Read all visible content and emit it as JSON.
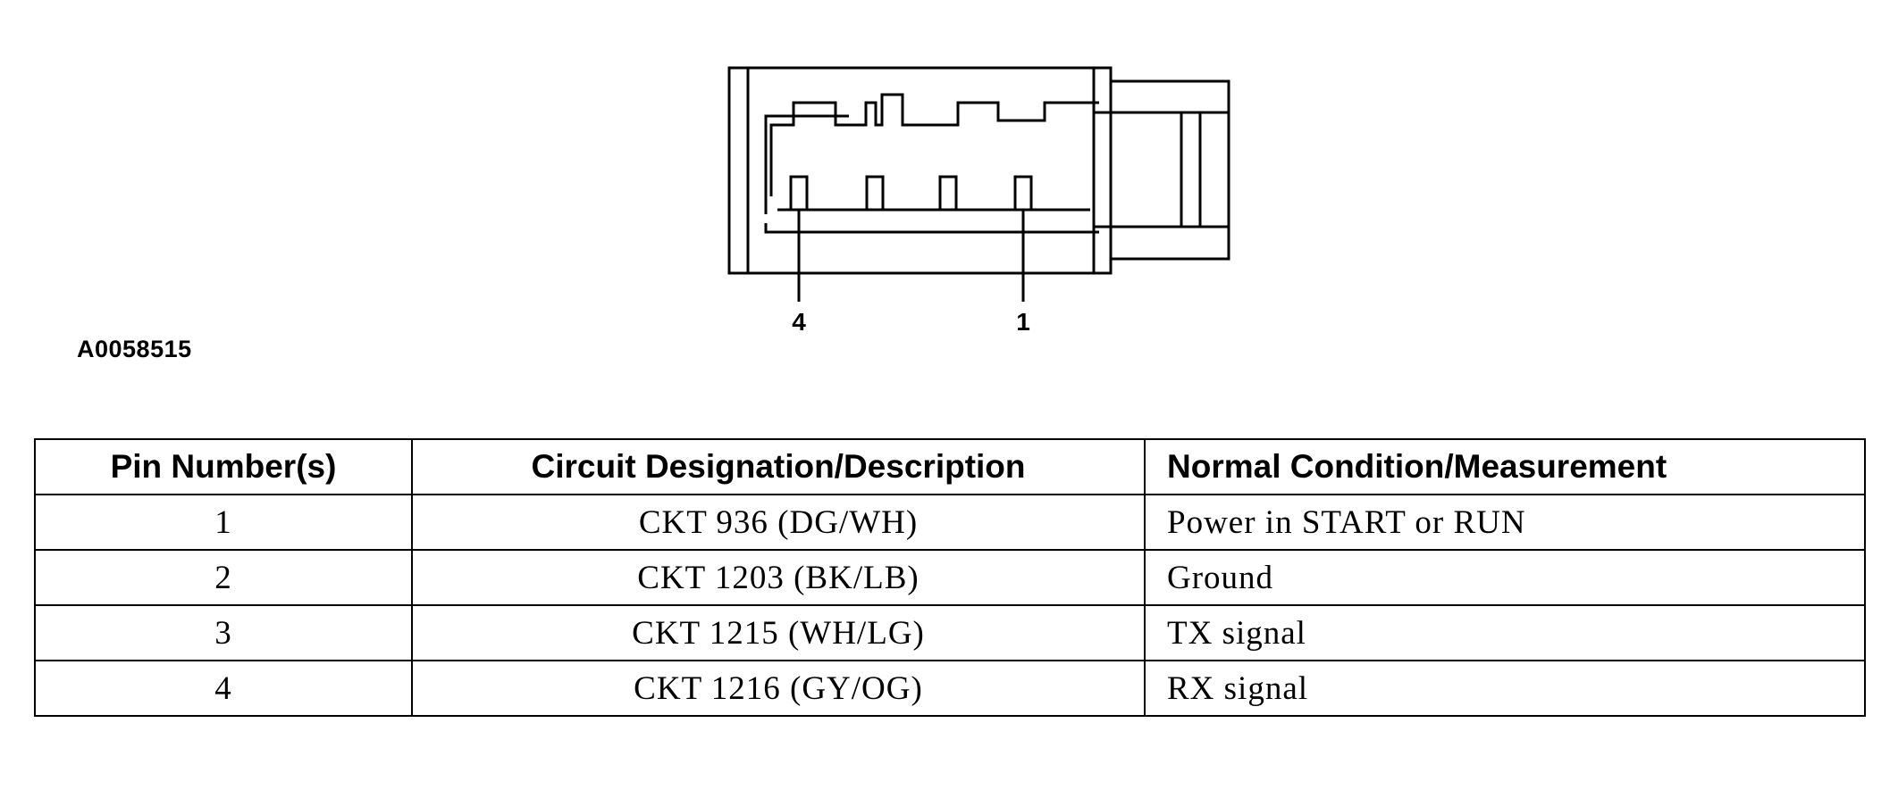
{
  "diagram": {
    "figure_id": "A0058515",
    "pin_callouts": [
      "4",
      "1"
    ]
  },
  "table": {
    "headers": [
      "Pin Number(s)",
      "Circuit Designation/Description",
      "Normal Condition/Measurement"
    ],
    "rows": [
      {
        "pin": "1",
        "circuit": "CKT 936 (DG/WH)",
        "condition": "Power in START or RUN"
      },
      {
        "pin": "2",
        "circuit": "CKT 1203 (BK/LB)",
        "condition": "Ground"
      },
      {
        "pin": "3",
        "circuit": "CKT 1215 (WH/LG)",
        "condition": "TX signal"
      },
      {
        "pin": "4",
        "circuit": "CKT 1216 (GY/OG)",
        "condition": "RX signal"
      }
    ]
  }
}
